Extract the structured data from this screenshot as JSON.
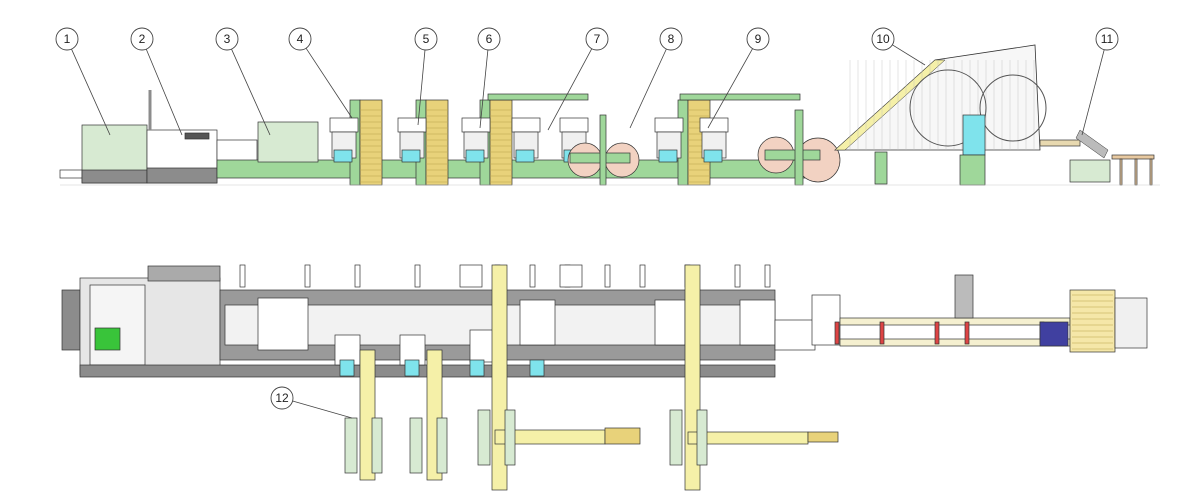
{
  "diagram": {
    "type": "machine-layout",
    "views": [
      "side-elevation",
      "plan-view"
    ],
    "callouts": [
      {
        "label": "1"
      },
      {
        "label": "2"
      },
      {
        "label": "3"
      },
      {
        "label": "4"
      },
      {
        "label": "5"
      },
      {
        "label": "6"
      },
      {
        "label": "7"
      },
      {
        "label": "8"
      },
      {
        "label": "9"
      },
      {
        "label": "10"
      },
      {
        "label": "11"
      },
      {
        "label": "12"
      }
    ]
  },
  "colors": {
    "frame_green": "#9fd79a",
    "panel_green": "#d7ead2",
    "roll_yellow": "#f5f0a8",
    "roll_tan": "#e8d27a",
    "cyan": "#7fe3ec",
    "reel_pink": "#f2d2c2",
    "grey": "#8c8c8c",
    "dark_grey": "#6f6f6f",
    "line": "#333333"
  }
}
